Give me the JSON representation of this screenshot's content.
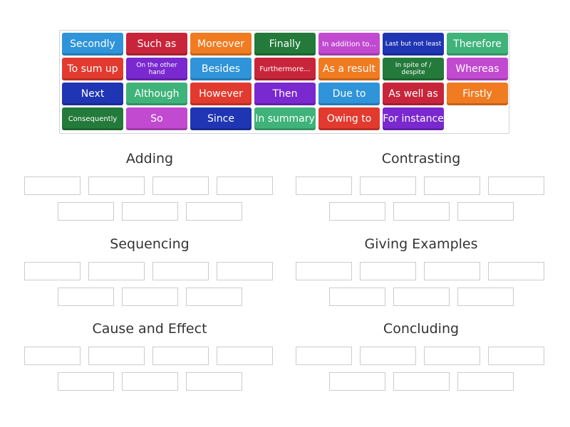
{
  "tiles": [
    {
      "label": "Secondly",
      "color": "#2f94d9",
      "size": "n"
    },
    {
      "label": "Such as",
      "color": "#c8253b",
      "size": "n"
    },
    {
      "label": "Moreover",
      "color": "#f07b21",
      "size": "n"
    },
    {
      "label": "Finally",
      "color": "#237a3a",
      "size": "n"
    },
    {
      "label": "In addition to...",
      "color": "#c14ad1",
      "size": "sm"
    },
    {
      "label": "Last but not least",
      "color": "#1f35b3",
      "size": "xs"
    },
    {
      "label": "Therefore",
      "color": "#3fb37a",
      "size": "n"
    },
    {
      "label": "To sum up",
      "color": "#e23a2f",
      "size": "n"
    },
    {
      "label": "On the other hand",
      "color": "#7a28cf",
      "size": "xs"
    },
    {
      "label": "Besides",
      "color": "#2f94d9",
      "size": "n"
    },
    {
      "label": "Furthermore...",
      "color": "#c8253b",
      "size": "sm"
    },
    {
      "label": "As a result",
      "color": "#f07b21",
      "size": "n"
    },
    {
      "label": "In spite of / despite",
      "color": "#237a3a",
      "size": "xs"
    },
    {
      "label": "Whereas",
      "color": "#c14ad1",
      "size": "n"
    },
    {
      "label": "Next",
      "color": "#1f35b3",
      "size": "n"
    },
    {
      "label": "Although",
      "color": "#3fb37a",
      "size": "n"
    },
    {
      "label": "However",
      "color": "#e23a2f",
      "size": "n"
    },
    {
      "label": "Then",
      "color": "#7a28cf",
      "size": "n"
    },
    {
      "label": "Due to",
      "color": "#2f94d9",
      "size": "n"
    },
    {
      "label": "As well as",
      "color": "#c8253b",
      "size": "n"
    },
    {
      "label": "Firstly",
      "color": "#f07b21",
      "size": "n"
    },
    {
      "label": "Consequently",
      "color": "#237a3a",
      "size": "sm"
    },
    {
      "label": "So",
      "color": "#c14ad1",
      "size": "n"
    },
    {
      "label": "Since",
      "color": "#1f35b3",
      "size": "n"
    },
    {
      "label": "In summary",
      "color": "#3fb37a",
      "size": "n"
    },
    {
      "label": "Owing to",
      "color": "#e23a2f",
      "size": "n"
    },
    {
      "label": "For instance",
      "color": "#7a28cf",
      "size": "n"
    }
  ],
  "groups": [
    {
      "title": "Adding",
      "slots": 7
    },
    {
      "title": "Contrasting",
      "slots": 7
    },
    {
      "title": "Sequencing",
      "slots": 7
    },
    {
      "title": "Giving Examples",
      "slots": 7
    },
    {
      "title": "Cause and Effect",
      "slots": 7
    },
    {
      "title": "Concluding",
      "slots": 7
    }
  ]
}
